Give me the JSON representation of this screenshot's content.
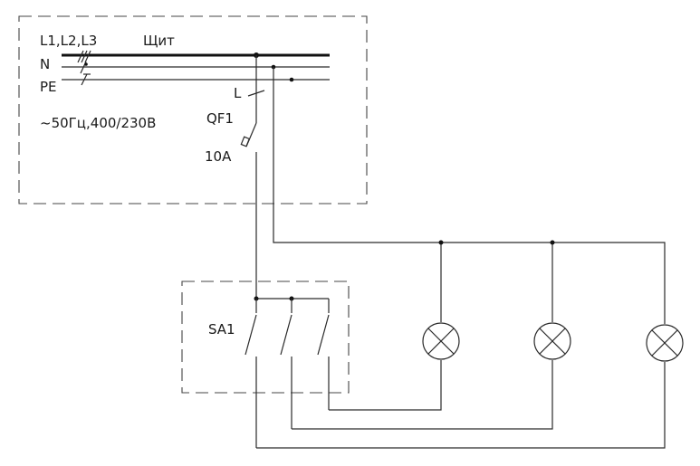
{
  "panel": {
    "label_lines": "L1,L2,L3",
    "label_n": "N",
    "label_pe": "PE",
    "label_title": "Щит",
    "label_spec": "~50Гц,400/230В",
    "label_l": "L",
    "breaker_name": "QF1",
    "breaker_rating": "10А"
  },
  "switch": {
    "label": "SA1"
  },
  "icons": {
    "lamp": "lamp-cross-icon",
    "breaker": "circuit-breaker-icon",
    "switch": "switch-contact-icon"
  },
  "colors": {
    "line": "#2a2a2a",
    "background": "#ffffff"
  }
}
